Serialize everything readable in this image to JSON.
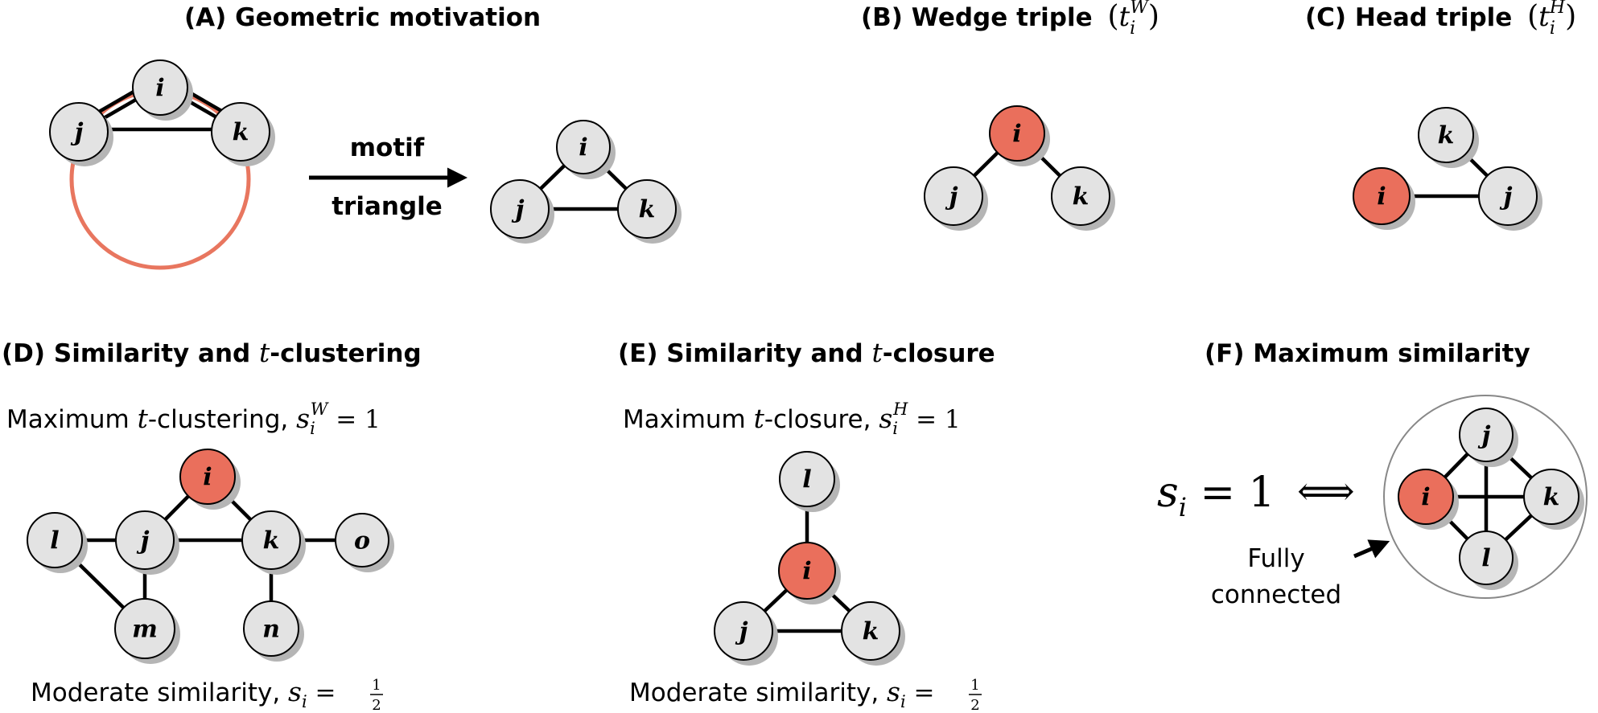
{
  "colors": {
    "node_default": "#e3e3e3",
    "node_highlight": "#ea6f5c",
    "circle_stroke": "#e8765f",
    "shadow": "#b5b5b5"
  },
  "panel_a": {
    "title": "(A) Geometric motivation",
    "arrow_top": "motif",
    "arrow_bottom": "triangle"
  },
  "panel_b": {
    "title": "(B) Wedge triple",
    "math": "t",
    "sub": "i",
    "sup": "W"
  },
  "panel_c": {
    "title": "(C) Head triple",
    "math": "t",
    "sub": "i",
    "sup": "H"
  },
  "panel_d": {
    "title_pre": "(D) Similarity and ",
    "title_math": "t",
    "title_post": "-clustering",
    "top_pre": "Maximum ",
    "top_math": "t",
    "top_mid": "-clustering, ",
    "top_s": "s",
    "top_sub": "i",
    "top_sup": "W",
    "top_eq": " = 1",
    "bottom_pre": "Moderate similarity, ",
    "bottom_s": "s",
    "bottom_sub": "i",
    "bottom_eq": " = ",
    "frac_num": "1",
    "frac_den": "2"
  },
  "panel_e": {
    "title_pre": "(E) Similarity and ",
    "title_math": "t",
    "title_post": "-closure",
    "top_pre": "Maximum ",
    "top_math": "t",
    "top_mid": "-closure, ",
    "top_s": "s",
    "top_sub": "i",
    "top_sup": "H",
    "top_eq": " = 1",
    "bottom_pre": "Moderate similarity, ",
    "bottom_s": "s",
    "bottom_sub": "i",
    "bottom_eq": " = ",
    "frac_num": "1",
    "frac_den": "2"
  },
  "panel_f": {
    "title": "(F) Maximum similarity",
    "eq_s": "s",
    "eq_sub": "i",
    "eq_rest": " = 1",
    "iff": "⟺",
    "label_line1": "Fully",
    "label_line2": "connected"
  },
  "nodes": {
    "a1_i": "i",
    "a1_j": "j",
    "a1_k": "k",
    "a2_i": "i",
    "a2_j": "j",
    "a2_k": "k",
    "b_i": "i",
    "b_j": "j",
    "b_k": "k",
    "c_k": "k",
    "c_i": "i",
    "c_j": "j",
    "d_i": "i",
    "d_l": "l",
    "d_j": "j",
    "d_k": "k",
    "d_o": "o",
    "d_m": "m",
    "d_n": "n",
    "e_l": "l",
    "e_i": "i",
    "e_j": "j",
    "e_k": "k",
    "f_j": "j",
    "f_i": "i",
    "f_k": "k",
    "f_l": "l"
  }
}
